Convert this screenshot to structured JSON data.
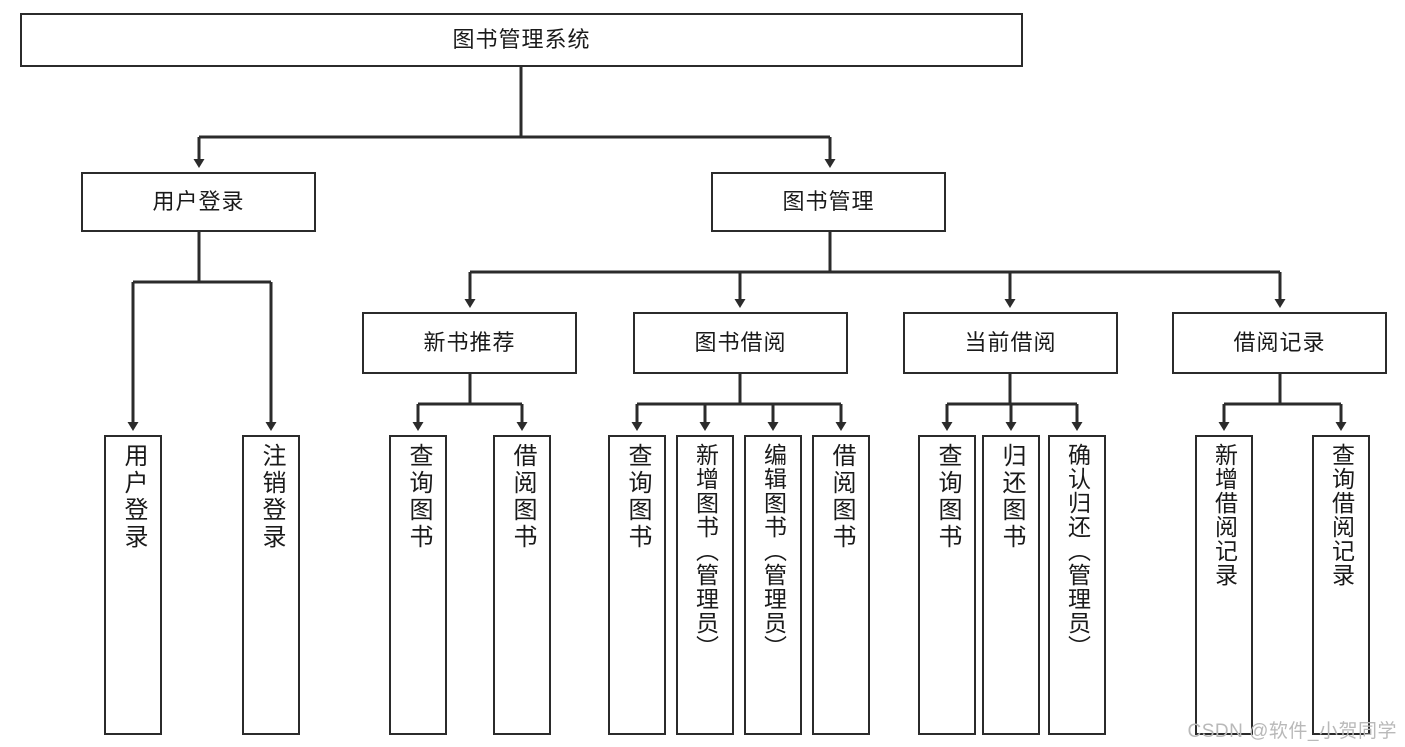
{
  "diagram": {
    "title": "图书管理系统",
    "type": "hierarchy-tree",
    "colors": {
      "box_border": "#2b2b2b",
      "box_fill": "#ffffff",
      "edge": "#2b2b2b",
      "text": "#1a1a1a",
      "watermark": "#b9b9b9",
      "background": "#ffffff"
    },
    "root": {
      "label": "图书管理系统"
    },
    "level1": [
      {
        "label": "用户登录"
      },
      {
        "label": "图书管理"
      }
    ],
    "level2": [
      {
        "label": "新书推荐"
      },
      {
        "label": "图书借阅"
      },
      {
        "label": "当前借阅"
      },
      {
        "label": "借阅记录"
      }
    ],
    "leaves": {
      "user_login": [
        {
          "label": "用户登录"
        },
        {
          "label": "注销登录"
        }
      ],
      "new_book": [
        {
          "label": "查询图书"
        },
        {
          "label": "借阅图书"
        }
      ],
      "book_borrow": [
        {
          "label": "查询图书"
        },
        {
          "label": "新增图书（管理员）"
        },
        {
          "label": "编辑图书（管理员）"
        },
        {
          "label": "借阅图书"
        }
      ],
      "current_borrow": [
        {
          "label": "查询图书"
        },
        {
          "label": "归还图书"
        },
        {
          "label": "确认归还（管理员）"
        }
      ],
      "borrow_record": [
        {
          "label": "新增借阅记录"
        },
        {
          "label": "查询借阅记录"
        }
      ]
    },
    "watermark": "CSDN @软件_小贺同学"
  }
}
